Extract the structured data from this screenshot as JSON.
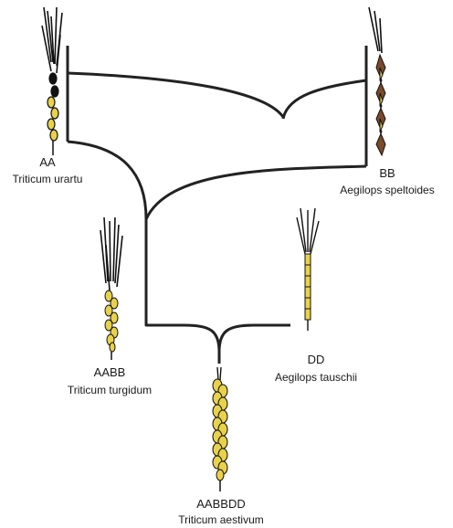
{
  "colors": {
    "line": "#222222",
    "awn": "#111111",
    "grain_yellow": "#e9d24a",
    "grain_brown": "#7a4a2a",
    "text": "#1a1a1a"
  },
  "nodes": {
    "urartu": {
      "genome": "AA",
      "species": "Triticum urartu"
    },
    "speltoides": {
      "genome": "BB",
      "species": "Aegilops speltoides"
    },
    "turgidum": {
      "genome": "AABB",
      "species": "Triticum turgidum"
    },
    "tauschii": {
      "genome": "DD",
      "species": "Aegilops tauschii"
    },
    "aestivum": {
      "genome": "AABBDD",
      "species": "Triticum aestivum"
    }
  },
  "connections": [
    {
      "from": "urartu",
      "to": "turgidum"
    },
    {
      "from": "speltoides",
      "to": "turgidum"
    },
    {
      "from": "turgidum",
      "to": "aestivum"
    },
    {
      "from": "tauschii",
      "to": "aestivum"
    }
  ]
}
